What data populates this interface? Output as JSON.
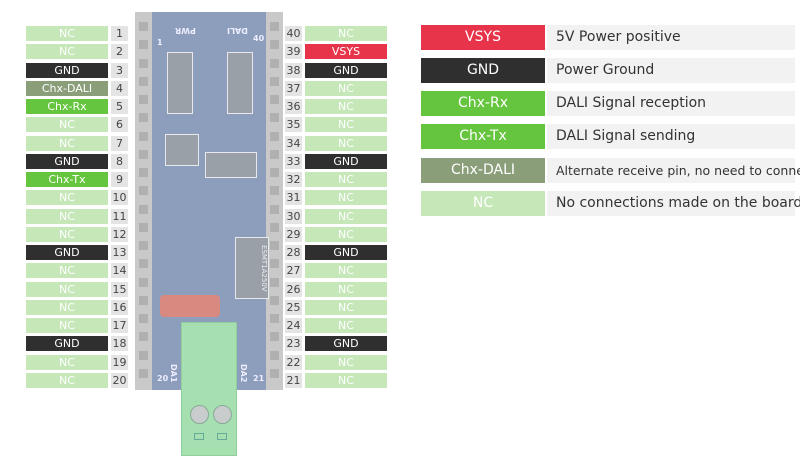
{
  "colors": {
    "NC": "#c6e8b9",
    "GND": "#2f2f2f",
    "VSYS": "#e8344b",
    "Chx-Rx": "#66c53e",
    "Chx-Tx": "#66c53e",
    "Chx-DALI": "#8b9e7a"
  },
  "left_pins": [
    {
      "num": "1",
      "label": "NC"
    },
    {
      "num": "2",
      "label": "NC"
    },
    {
      "num": "3",
      "label": "GND"
    },
    {
      "num": "4",
      "label": "Chx-DALI"
    },
    {
      "num": "5",
      "label": "Chx-Rx"
    },
    {
      "num": "6",
      "label": "NC"
    },
    {
      "num": "7",
      "label": "NC"
    },
    {
      "num": "8",
      "label": "GND"
    },
    {
      "num": "9",
      "label": "Chx-Tx"
    },
    {
      "num": "10",
      "label": "NC"
    },
    {
      "num": "11",
      "label": "NC"
    },
    {
      "num": "12",
      "label": "NC"
    },
    {
      "num": "13",
      "label": "GND"
    },
    {
      "num": "14",
      "label": "NC"
    },
    {
      "num": "15",
      "label": "NC"
    },
    {
      "num": "16",
      "label": "NC"
    },
    {
      "num": "17",
      "label": "NC"
    },
    {
      "num": "18",
      "label": "GND"
    },
    {
      "num": "19",
      "label": "NC"
    },
    {
      "num": "20",
      "label": "NC"
    }
  ],
  "right_pins": [
    {
      "num": "40",
      "label": "NC"
    },
    {
      "num": "39",
      "label": "VSYS"
    },
    {
      "num": "38",
      "label": "GND"
    },
    {
      "num": "37",
      "label": "NC"
    },
    {
      "num": "36",
      "label": "NC"
    },
    {
      "num": "35",
      "label": "NC"
    },
    {
      "num": "34",
      "label": "NC"
    },
    {
      "num": "33",
      "label": "GND"
    },
    {
      "num": "32",
      "label": "NC"
    },
    {
      "num": "31",
      "label": "NC"
    },
    {
      "num": "30",
      "label": "NC"
    },
    {
      "num": "29",
      "label": "NC"
    },
    {
      "num": "28",
      "label": "GND"
    },
    {
      "num": "27",
      "label": "NC"
    },
    {
      "num": "26",
      "label": "NC"
    },
    {
      "num": "25",
      "label": "NC"
    },
    {
      "num": "24",
      "label": "NC"
    },
    {
      "num": "23",
      "label": "GND"
    },
    {
      "num": "22",
      "label": "NC"
    },
    {
      "num": "21",
      "label": "NC"
    }
  ],
  "board": {
    "pwr": "PWR",
    "dali": "DALI",
    "pin1": "1",
    "pin40": "40",
    "pin20": "20",
    "pin21": "21",
    "da1": "DA1",
    "da2": "DA2",
    "fuse": "ESMT1A250V"
  },
  "legend": [
    {
      "label": "VSYS",
      "description": "5V Power positive"
    },
    {
      "label": "GND",
      "description": "Power Ground"
    },
    {
      "label": "Chx-Rx",
      "description": "DALI Signal reception"
    },
    {
      "label": "Chx-Tx",
      "description": "DALI Signal sending"
    },
    {
      "label": "Chx-DALI",
      "description": "Alternate receive pin, no need to connect"
    },
    {
      "label": "NC",
      "description": "No connections made on the board"
    }
  ]
}
